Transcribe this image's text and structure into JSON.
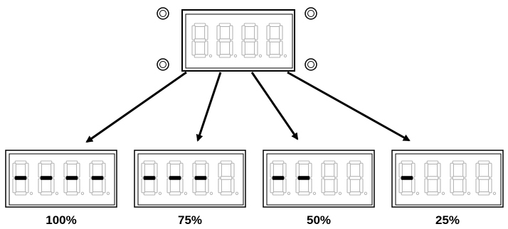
{
  "diagram": {
    "main_display": {
      "digits": 4
    },
    "levels": [
      {
        "label": "100%",
        "lit_digits": 4,
        "level": 1.0
      },
      {
        "label": "75%",
        "lit_digits": 3,
        "level": 0.75
      },
      {
        "label": "50%",
        "lit_digits": 2,
        "level": 0.5
      },
      {
        "label": "25%",
        "lit_digits": 1,
        "level": 0.25
      }
    ],
    "colors": {
      "lit_segment": "#000000",
      "unlit_segment": "#b4b4b4",
      "frame": "#000000",
      "background": "#ffffff"
    },
    "mounting_screws": 4
  }
}
